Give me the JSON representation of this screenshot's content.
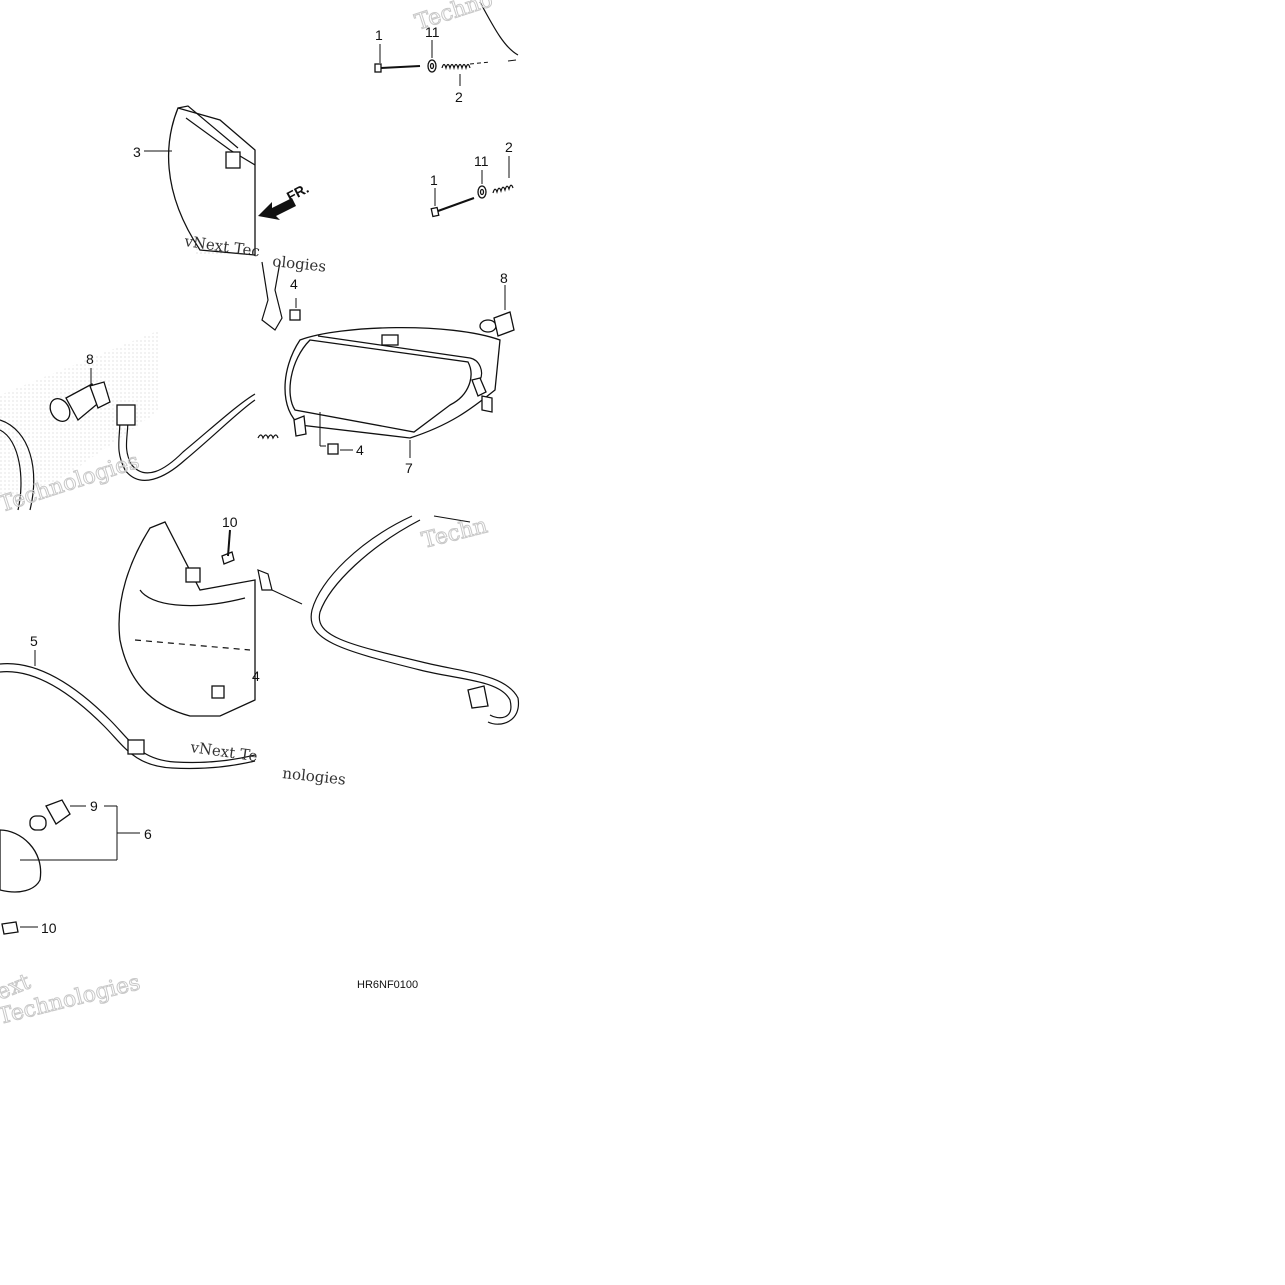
{
  "drawing_code": "HR6NF0100",
  "direction_label": "FR.",
  "watermarks": {
    "w1": "Techno",
    "w2": "vNext Tec",
    "w3": "ologies",
    "w4": "Technologies",
    "w5": "Techn",
    "w6": "vNext Te",
    "w7": "nologies",
    "w8": "ext",
    "w9": "Technologies"
  },
  "callouts": {
    "c1a": "1",
    "c11a": "11",
    "c2a": "2",
    "c3": "3",
    "c1b": "1",
    "c11b": "11",
    "c2b": "2",
    "c4a": "4",
    "c8a": "8",
    "c8b": "8",
    "c4b": "4",
    "c7": "7",
    "c10a": "10",
    "c5": "5",
    "c4c": "4",
    "c9": "9",
    "c6": "6",
    "c10b": "10"
  }
}
